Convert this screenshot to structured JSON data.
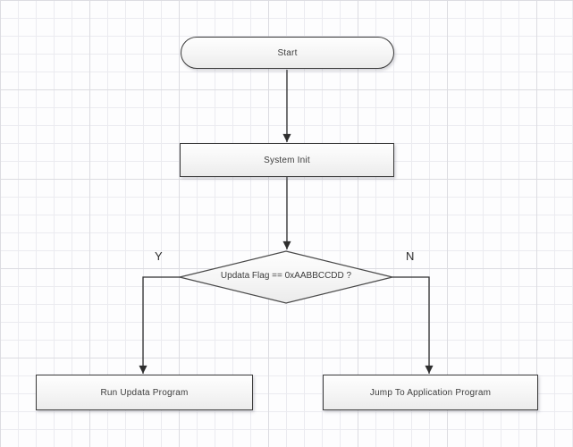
{
  "flowchart": {
    "nodes": {
      "start": {
        "label": "Start",
        "type": "terminator"
      },
      "system_init": {
        "label": "System Init",
        "type": "process"
      },
      "decision": {
        "label": "Updata Flag == 0xAABBCCDD ?",
        "type": "decision"
      },
      "run_updata": {
        "label": "Run Updata Program",
        "type": "process"
      },
      "jump_app": {
        "label": "Jump To Application Program",
        "type": "process"
      }
    },
    "branches": {
      "yes_label": "Y",
      "no_label": "N"
    },
    "edges": [
      {
        "from": "start",
        "to": "system_init"
      },
      {
        "from": "system_init",
        "to": "decision"
      },
      {
        "from": "decision",
        "to": "run_updata",
        "label": "Y"
      },
      {
        "from": "decision",
        "to": "jump_app",
        "label": "N"
      }
    ],
    "colors": {
      "shape_border": "#3a3a3a",
      "shape_fill_top": "#fefefe",
      "shape_fill_bottom": "#ebebeb",
      "connector": "#2e2e2e",
      "text": "#3c3c3c",
      "grid_minor": "#ebebf0",
      "grid_major": "#dcdce1",
      "background": "#fdfdfe"
    }
  }
}
